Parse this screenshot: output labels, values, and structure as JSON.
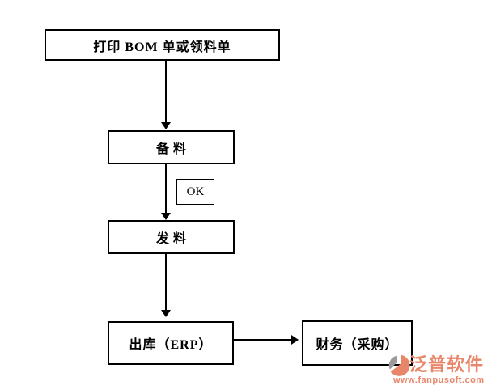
{
  "page": {
    "background": "#ffffff",
    "line_color": "#000000"
  },
  "flowchart": {
    "type": "flowchart",
    "nodes": [
      {
        "id": "print",
        "label": "打印 BOM 单或领料单"
      },
      {
        "id": "prepare",
        "label": "备料"
      },
      {
        "id": "ok",
        "label": "OK"
      },
      {
        "id": "issue",
        "label": "发料"
      },
      {
        "id": "outbound",
        "label": "出库（ERP）"
      },
      {
        "id": "finance",
        "label": "财务（采购）"
      }
    ],
    "edges": [
      {
        "from": "print",
        "to": "prepare",
        "direction": "down"
      },
      {
        "from": "prepare",
        "to": "issue",
        "direction": "down",
        "note": "OK"
      },
      {
        "from": "issue",
        "to": "outbound",
        "direction": "down"
      },
      {
        "from": "outbound",
        "to": "finance",
        "direction": "right"
      }
    ]
  },
  "logo": {
    "brand": "泛普软件",
    "url": "www.fanpusoft.com",
    "accent_color": "#e8866a",
    "gray_color": "#9b9b9b"
  }
}
